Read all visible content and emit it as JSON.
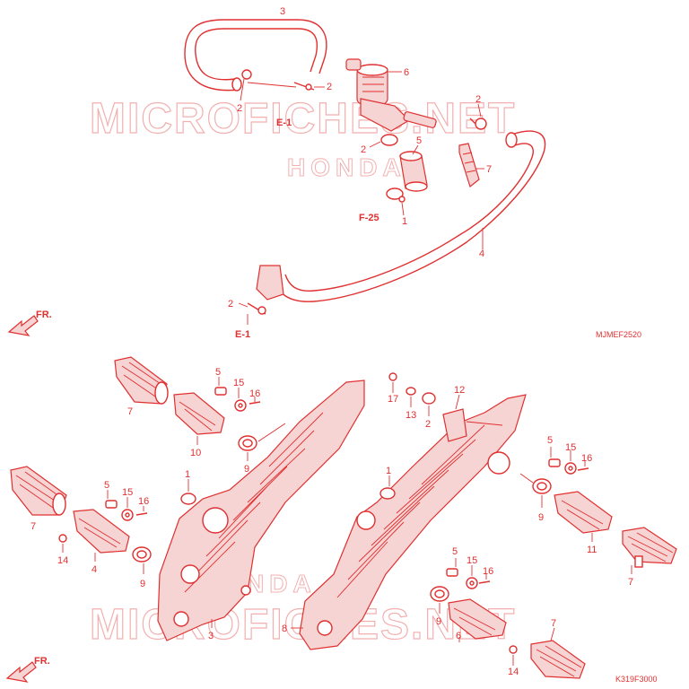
{
  "diagram_code_top": "MJMEF2520",
  "diagram_code_bottom": "K319F3000",
  "watermark_text": "MICROFICHES.NET",
  "honda_mark": "HONDA",
  "fr_arrow_label": "FR.",
  "ref_labels": {
    "e1_top": "E-1",
    "f25": "F-25",
    "e1_bottom": "E-1"
  },
  "callouts": {
    "c3_top": "3",
    "c2_a": "2",
    "c2_b": "2",
    "c6": "6",
    "c2_c": "2",
    "c2_d": "2",
    "c5_top": "5",
    "c7_top": "7",
    "c1_top": "1",
    "c4": "4",
    "c2_e": "2",
    "c7_l1": "7",
    "c5_a": "5",
    "c15_a": "15",
    "c16_a": "16",
    "c10": "10",
    "c9_a": "9",
    "c1_a": "1",
    "c7_l2": "7",
    "c5_b": "5",
    "c15_b": "15",
    "c16_b": "16",
    "c14_a": "14",
    "c4_b": "4",
    "c9_b": "9",
    "c3_b": "3",
    "c17": "17",
    "c13": "13",
    "c2_f": "2",
    "c12": "12",
    "c5_c": "5",
    "c15_c": "15",
    "c16_c": "16",
    "c1_b": "1",
    "c9_c": "9",
    "c11": "11",
    "c7_r1": "7",
    "c5_d": "5",
    "c15_d": "15",
    "c16_d": "16",
    "c8": "8",
    "c9_d": "9",
    "c6_b": "6",
    "c7_r2": "7",
    "c14_b": "14"
  },
  "colors": {
    "line": "#e03030",
    "watermark": "#f2b0b0",
    "fill": "#f6d4d4"
  }
}
